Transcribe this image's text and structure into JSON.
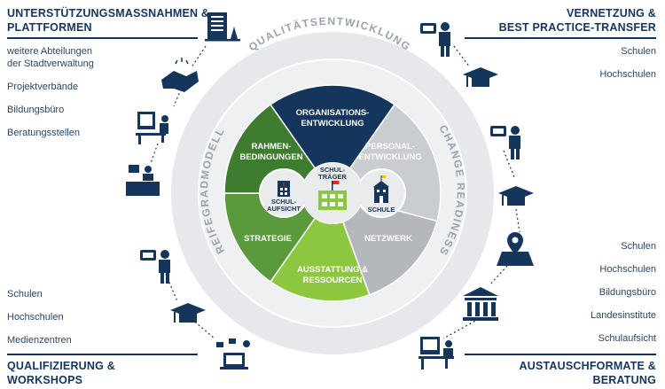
{
  "corners": {
    "top_left": {
      "title_1": "UNTERSTÜTZUNGSMASSNAHMEN &",
      "title_2": "PLATTFORMEN",
      "items": [
        "weitere Abteilungen",
        "der Stadtverwaltung",
        "Projektverbände",
        "Bildungsbüro",
        "Beratungsstellen"
      ]
    },
    "top_right": {
      "title_1": "VERNETZUNG &",
      "title_2": "BEST PRACTICE-TRANSFER",
      "items": [
        "Schulen",
        "Hochschulen"
      ]
    },
    "bottom_left": {
      "title_1": "QUALIFIZIERUNG &",
      "title_2": "WORKSHOPS",
      "items": [
        "Schulen",
        "Hochschulen",
        "Medienzentren"
      ]
    },
    "bottom_right": {
      "title_1": "AUSTAUSCHFORMATE &",
      "title_2": "BERATUNG",
      "items": [
        "Schulen",
        "Hochschulen",
        "Bildungsbüro",
        "Landesinstitute",
        "Schulaufsicht"
      ]
    }
  },
  "ring": {
    "top": "QUALITÄTSENTWICKLUNG",
    "left": "REIFEGRADMODELL",
    "right": "CHANGE READINESS"
  },
  "segments": {
    "organisation": [
      "ORGANISATIONS-",
      "ENTWICKLUNG"
    ],
    "personal": [
      "PERSONAL-",
      "ENTWICKLUNG"
    ],
    "netzwerk": [
      "NETZWERK"
    ],
    "ausstattung": [
      "AUSSTATTUNG &",
      "RESSOURCEN"
    ],
    "strategie": [
      "STRATEGIE"
    ],
    "rahmen": [
      "RAHMEN-",
      "BEDINGUNGEN"
    ]
  },
  "hubs": {
    "center": [
      "SCHUL-",
      "TRÄGER"
    ],
    "left": [
      "SCHUL-",
      "AUFSICHT"
    ],
    "right": [
      "SCHULE"
    ]
  },
  "colors": {
    "navy": "#15365c",
    "green_dark": "#3e7d2f",
    "green_mid": "#5a9a3c",
    "green_light": "#8dc63f",
    "grey_light": "#c9ccd0",
    "grey_mid": "#b4b8bd",
    "ring": "#dcdfe2"
  },
  "icons": [
    "office-building-icon",
    "handshake-icon",
    "desk-worker-icon",
    "reception-desk-icon",
    "presenter-icon",
    "graduation-cap-icon",
    "media-laptop-icon",
    "map-pin-icon",
    "institution-icon",
    "school-icon"
  ]
}
